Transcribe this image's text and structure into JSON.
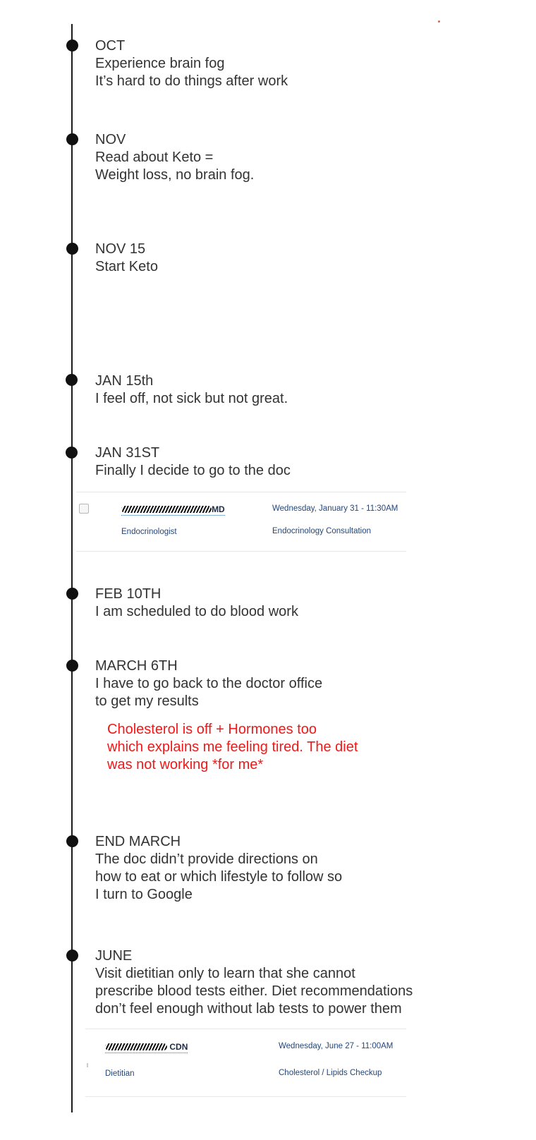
{
  "timeline": {
    "entries": [
      {
        "label": "OCT",
        "lines": [
          "Experience brain fog",
          "It’s hard to do things after work"
        ]
      },
      {
        "label": "NOV",
        "lines": [
          "Read about Keto =",
          "Weight loss, no brain fog."
        ]
      },
      {
        "label": "NOV 15",
        "lines": [
          "Start Keto"
        ]
      },
      {
        "label": "JAN 15th",
        "lines": [
          "I feel off, not sick but not great."
        ]
      },
      {
        "label": "JAN 31ST",
        "lines": [
          "Finally I decide to go to the doc"
        ]
      },
      {
        "label": "FEB 10TH",
        "lines": [
          "I am scheduled to do blood work"
        ]
      },
      {
        "label": "MARCH 6TH",
        "lines": [
          "I have to go back to the doctor office",
          "to get my results"
        ]
      },
      {
        "label": "END MARCH",
        "lines": [
          "The doc didn’t provide directions on",
          "how to eat or which lifestyle to follow so",
          "I turn to Google"
        ]
      },
      {
        "label": "JUNE",
        "lines": [
          "Visit dietitian only to learn that she cannot",
          "prescribe blood tests either. Diet recommendations",
          "don’t feel enough without lab tests to power them"
        ]
      }
    ],
    "note": {
      "lines": [
        "Cholesterol is off + Hormones too",
        "which explains me feeling tired. The diet",
        "was not working *for me*"
      ],
      "color": "#f01818"
    }
  },
  "appointments": [
    {
      "provider_suffix": "MD",
      "specialty": "Endocrinologist",
      "datetime": "Wednesday, January 31 - 11:30AM",
      "visit_type": "Endocrinology Consultation"
    },
    {
      "provider_suffix": "CDN",
      "specialty": "Dietitian",
      "datetime": "Wednesday, June 27 - 11:00AM",
      "visit_type": "Cholesterol / Lipids Checkup"
    }
  ],
  "colors": {
    "timeline": "#1a1a1a",
    "text": "#333333",
    "card_text": "#24467a"
  }
}
